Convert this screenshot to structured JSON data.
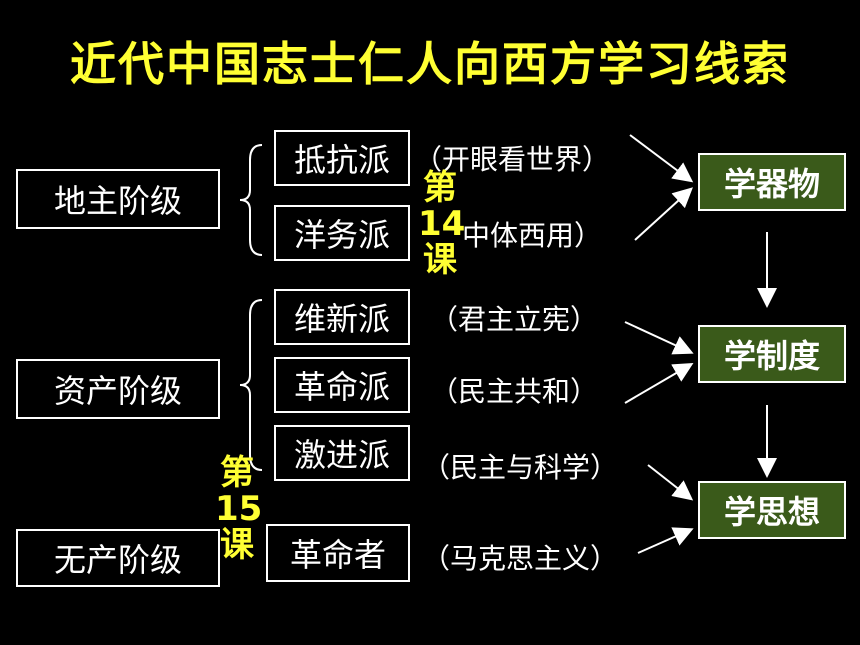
{
  "title": "近代中国志士仁人向西方学习线索",
  "classes": {
    "landlord": "地主阶级",
    "bourgeois": "资产阶级",
    "proletariat": "无产阶级"
  },
  "factions": {
    "resist": "抵抗派",
    "westernization": "洋务派",
    "reform": "维新派",
    "revolution": "革命派",
    "radical": "激进派",
    "revolutionary": "革命者"
  },
  "ideas": {
    "resist": "（开眼看世界）",
    "westernization": "中体西用）",
    "reform": "（君主立宪）",
    "revolution": "（民主共和）",
    "radical": "（民主与科学）",
    "revolutionary": "（马克思主义）"
  },
  "stages": {
    "objects": "学器物",
    "system": "学制度",
    "thought": "学思想"
  },
  "lessons": {
    "l14_a": "第",
    "l14_b": "14",
    "l14_c": "课",
    "l15_a": "第",
    "l15_b": "15",
    "l15_c": "课"
  }
}
